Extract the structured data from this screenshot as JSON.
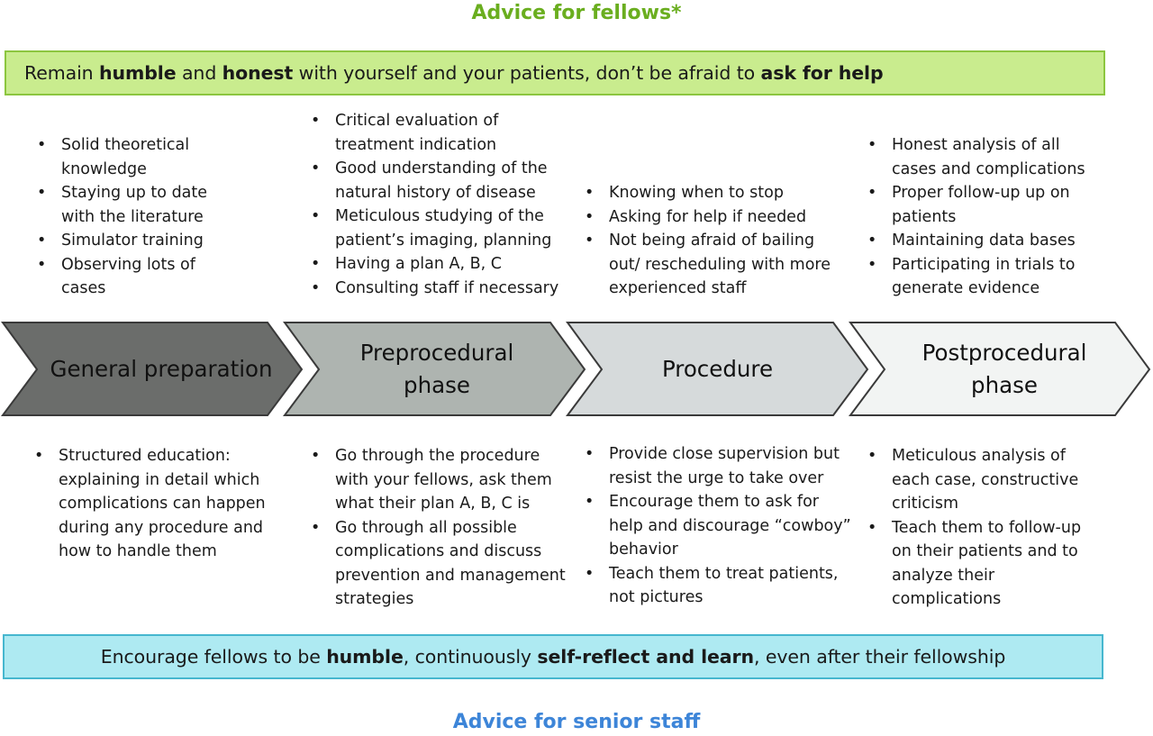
{
  "titles": {
    "top": "Advice for fellows*",
    "bottom": "Advice for senior staff"
  },
  "banners": {
    "top": [
      {
        "text": "Remain ",
        "bold": false
      },
      {
        "text": "humble",
        "bold": true
      },
      {
        "text": " and ",
        "bold": false
      },
      {
        "text": "honest",
        "bold": true
      },
      {
        "text": " with yourself and your patients, don’t be afraid to ",
        "bold": false
      },
      {
        "text": "ask for help",
        "bold": true
      }
    ],
    "bottom": [
      {
        "text": "Encourage fellows to be ",
        "bold": false
      },
      {
        "text": "humble",
        "bold": true
      },
      {
        "text": ", continuously ",
        "bold": false
      },
      {
        "text": "self-reflect and learn",
        "bold": true
      },
      {
        "text": ", even after their fellowship",
        "bold": false
      }
    ]
  },
  "phases": [
    {
      "label": "General preparation",
      "fill": "#6b6d6b",
      "text_color": "#111111"
    },
    {
      "label": "Preprocedural phase",
      "fill": "#aeb4b0",
      "text_color": "#111111"
    },
    {
      "label": "Procedure",
      "fill": "#d6dadb",
      "text_color": "#111111"
    },
    {
      "label": "Postprocedural phase",
      "fill": "#f2f4f3",
      "text_color": "#111111"
    }
  ],
  "fellows": [
    {
      "items": [
        "Solid theoretical knowledge",
        "Staying up to date with the literature",
        "Simulator training",
        "Observing lots of cases"
      ]
    },
    {
      "items": [
        "Critical evaluation of treatment indication",
        "Good understanding of the natural history of disease",
        "Meticulous studying of the patient’s imaging,  planning",
        "Having a plan A, B, C",
        "Consulting staff if necessary"
      ]
    },
    {
      "items": [
        "Knowing when to stop",
        "Asking for help if needed",
        "Not being afraid of bailing out/ rescheduling with more experienced staff"
      ]
    },
    {
      "items": [
        "Honest analysis of all cases and complications",
        "Proper follow-up up on patients",
        "Maintaining data bases",
        "Participating in trials to generate evidence"
      ]
    }
  ],
  "staff": [
    {
      "items": [
        "Structured education: explaining in detail which complications can happen during any procedure and how to handle them"
      ]
    },
    {
      "items": [
        "Go through the procedure with your fellows, ask them what their plan A, B, C is",
        "Go through all possible complications and discuss prevention and management strategies"
      ]
    },
    {
      "items": [
        "Provide close supervision but resist the urge to take over",
        "Encourage them to ask for help and discourage “cowboy” behavior",
        "Teach them to treat patients, not pictures"
      ]
    },
    {
      "items": [
        "Meticulous analysis of each case, constructive criticism",
        "Teach them to follow-up on their patients and to analyze their complications"
      ]
    }
  ]
}
